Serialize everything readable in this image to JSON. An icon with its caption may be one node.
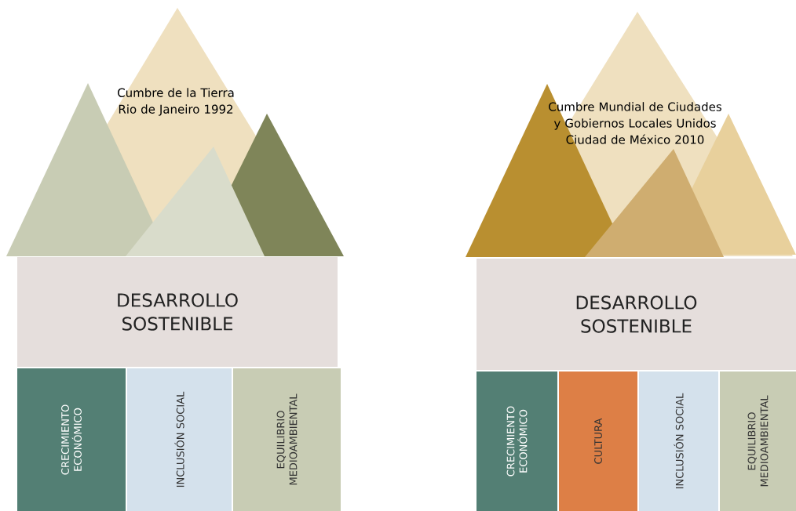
{
  "diagram": {
    "nodes": [
      {
        "text": [
          "DESARROLLO SOSTENIBLE"
        ]
      },
      {
        "text": [
          "CRECIMIENTO ECONÓMICO"
        ]
      },
      {
        "text": [
          "INCLUSIÓN SOCIAL"
        ]
      },
      {
        "text": [
          "EQUILIBRIO MEDIOAMBIENTAL"
        ]
      },
      {
        "text": [
          "DESARROLLO SOSTENIBLE"
        ]
      },
      {
        "text": [
          "CRECIMIENTO ECONÓMICO"
        ]
      },
      {
        "text": [
          "CULTURA"
        ]
      },
      {
        "text": [
          "INCLUSIÓN SOCIAL"
        ]
      },
      {
        "text": [
          "EQUILIBRIO MEDIOAMBIENTAL"
        ]
      }
    ],
    "labels": [
      "Cumbre de la Tierra Rio de Janeiro 1992",
      "Cumbre Mundial de Ciudades y Gobiernos Locales Unidos Ciudad de México 2010"
    ]
  }
}
